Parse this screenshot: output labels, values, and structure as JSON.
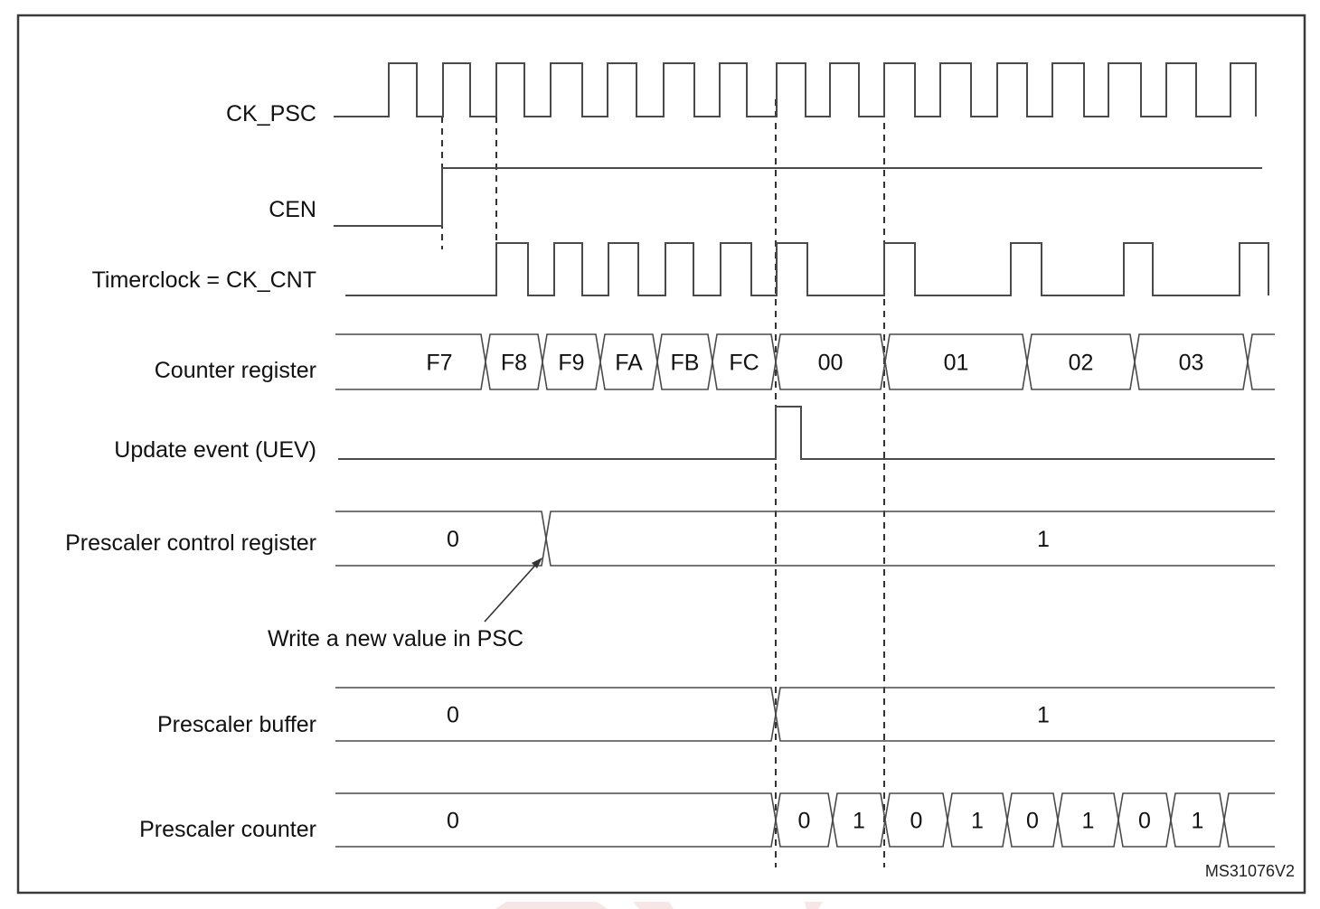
{
  "figure": {
    "reference": "MS31076V2",
    "annotation": "Write a new value in PSC"
  },
  "signals": [
    {
      "id": "ck_psc",
      "label": "CK_PSC",
      "kind": "clock",
      "initial": 0,
      "edges": [
        430,
        461,
        490,
        520,
        549,
        580,
        609,
        644,
        672,
        704,
        734,
        768,
        796,
        826,
        859,
        891,
        918,
        950,
        978,
        1012,
        1040,
        1074,
        1103,
        1136,
        1164,
        1199,
        1226,
        1262,
        1290,
        1323,
        1361,
        1389
      ],
      "end": 1389
    },
    {
      "id": "cen",
      "label": "CEN",
      "kind": "clock",
      "initial": 0,
      "edges": [
        489
      ],
      "end": 1396
    },
    {
      "id": "ck_cnt",
      "label": "Timerclock = CK_CNT",
      "kind": "clock",
      "initial": 0,
      "edges": [
        549,
        584,
        613,
        644,
        673,
        706,
        736,
        767,
        797,
        831,
        859,
        893,
        978,
        1012,
        1118,
        1152,
        1243,
        1275,
        1371,
        1403
      ],
      "end": 1403
    },
    {
      "id": "counter",
      "label": "Counter register",
      "kind": "bus",
      "segments": [
        {
          "value": "F7",
          "from": 371,
          "to": 537
        },
        {
          "value": "F8",
          "from": 537,
          "to": 600
        },
        {
          "value": "F9",
          "from": 600,
          "to": 664
        },
        {
          "value": "FA",
          "from": 664,
          "to": 727
        },
        {
          "value": "FB",
          "from": 727,
          "to": 788
        },
        {
          "value": "FC",
          "from": 788,
          "to": 858
        },
        {
          "value": "00",
          "from": 858,
          "to": 979
        },
        {
          "value": "01",
          "from": 979,
          "to": 1136
        },
        {
          "value": "02",
          "from": 1136,
          "to": 1255
        },
        {
          "value": "03",
          "from": 1255,
          "to": 1380
        },
        {
          "value": "",
          "from": 1380,
          "to": 1410
        }
      ]
    },
    {
      "id": "uev",
      "label": "Update event (UEV)",
      "kind": "clock",
      "initial": 0,
      "edges": [
        858,
        886
      ],
      "end": 1410
    },
    {
      "id": "psc_ctrl",
      "label": "Prescaler control register",
      "kind": "bus",
      "segments": [
        {
          "value": "0",
          "from": 371,
          "to": 604
        },
        {
          "value": "1",
          "from": 604,
          "to": 1410
        }
      ]
    },
    {
      "id": "psc_buf",
      "label": "Prescaler buffer",
      "kind": "bus",
      "segments": [
        {
          "value": "0",
          "from": 371,
          "to": 858
        },
        {
          "value": "1",
          "from": 858,
          "to": 1410
        }
      ]
    },
    {
      "id": "psc_cnt",
      "label": "Prescaler counter",
      "kind": "bus",
      "segments": [
        {
          "value": "0",
          "from": 371,
          "to": 858
        },
        {
          "value": "0",
          "from": 858,
          "to": 921
        },
        {
          "value": "1",
          "from": 921,
          "to": 979
        },
        {
          "value": "0",
          "from": 979,
          "to": 1048
        },
        {
          "value": "1",
          "from": 1048,
          "to": 1114
        },
        {
          "value": "0",
          "from": 1114,
          "to": 1170
        },
        {
          "value": "1",
          "from": 1170,
          "to": 1237
        },
        {
          "value": "0",
          "from": 1237,
          "to": 1295
        },
        {
          "value": "1",
          "from": 1295,
          "to": 1354
        },
        {
          "value": "",
          "from": 1354,
          "to": 1410
        }
      ]
    }
  ],
  "markers": [
    489,
    549,
    858,
    978
  ]
}
